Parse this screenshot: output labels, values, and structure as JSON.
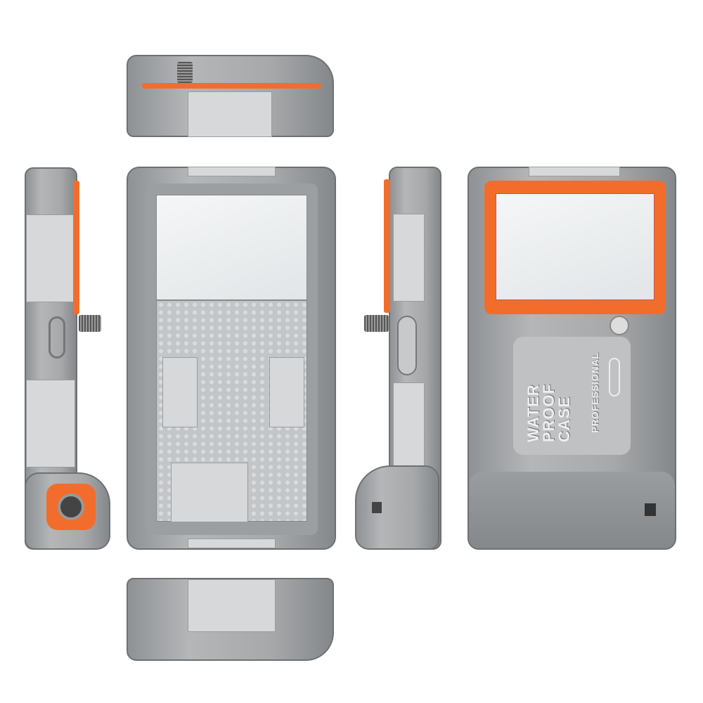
{
  "product": {
    "back_label": {
      "line1": "WATER",
      "line2": "PROOF",
      "line3": "CASE",
      "line4": "PROFESSIONAL"
    },
    "colors": {
      "body": "#a6a8aa",
      "accent": "#f26d2b",
      "glass": "#eef0f1"
    }
  },
  "views": [
    "top",
    "left-side",
    "front",
    "right-side",
    "back",
    "bottom"
  ]
}
